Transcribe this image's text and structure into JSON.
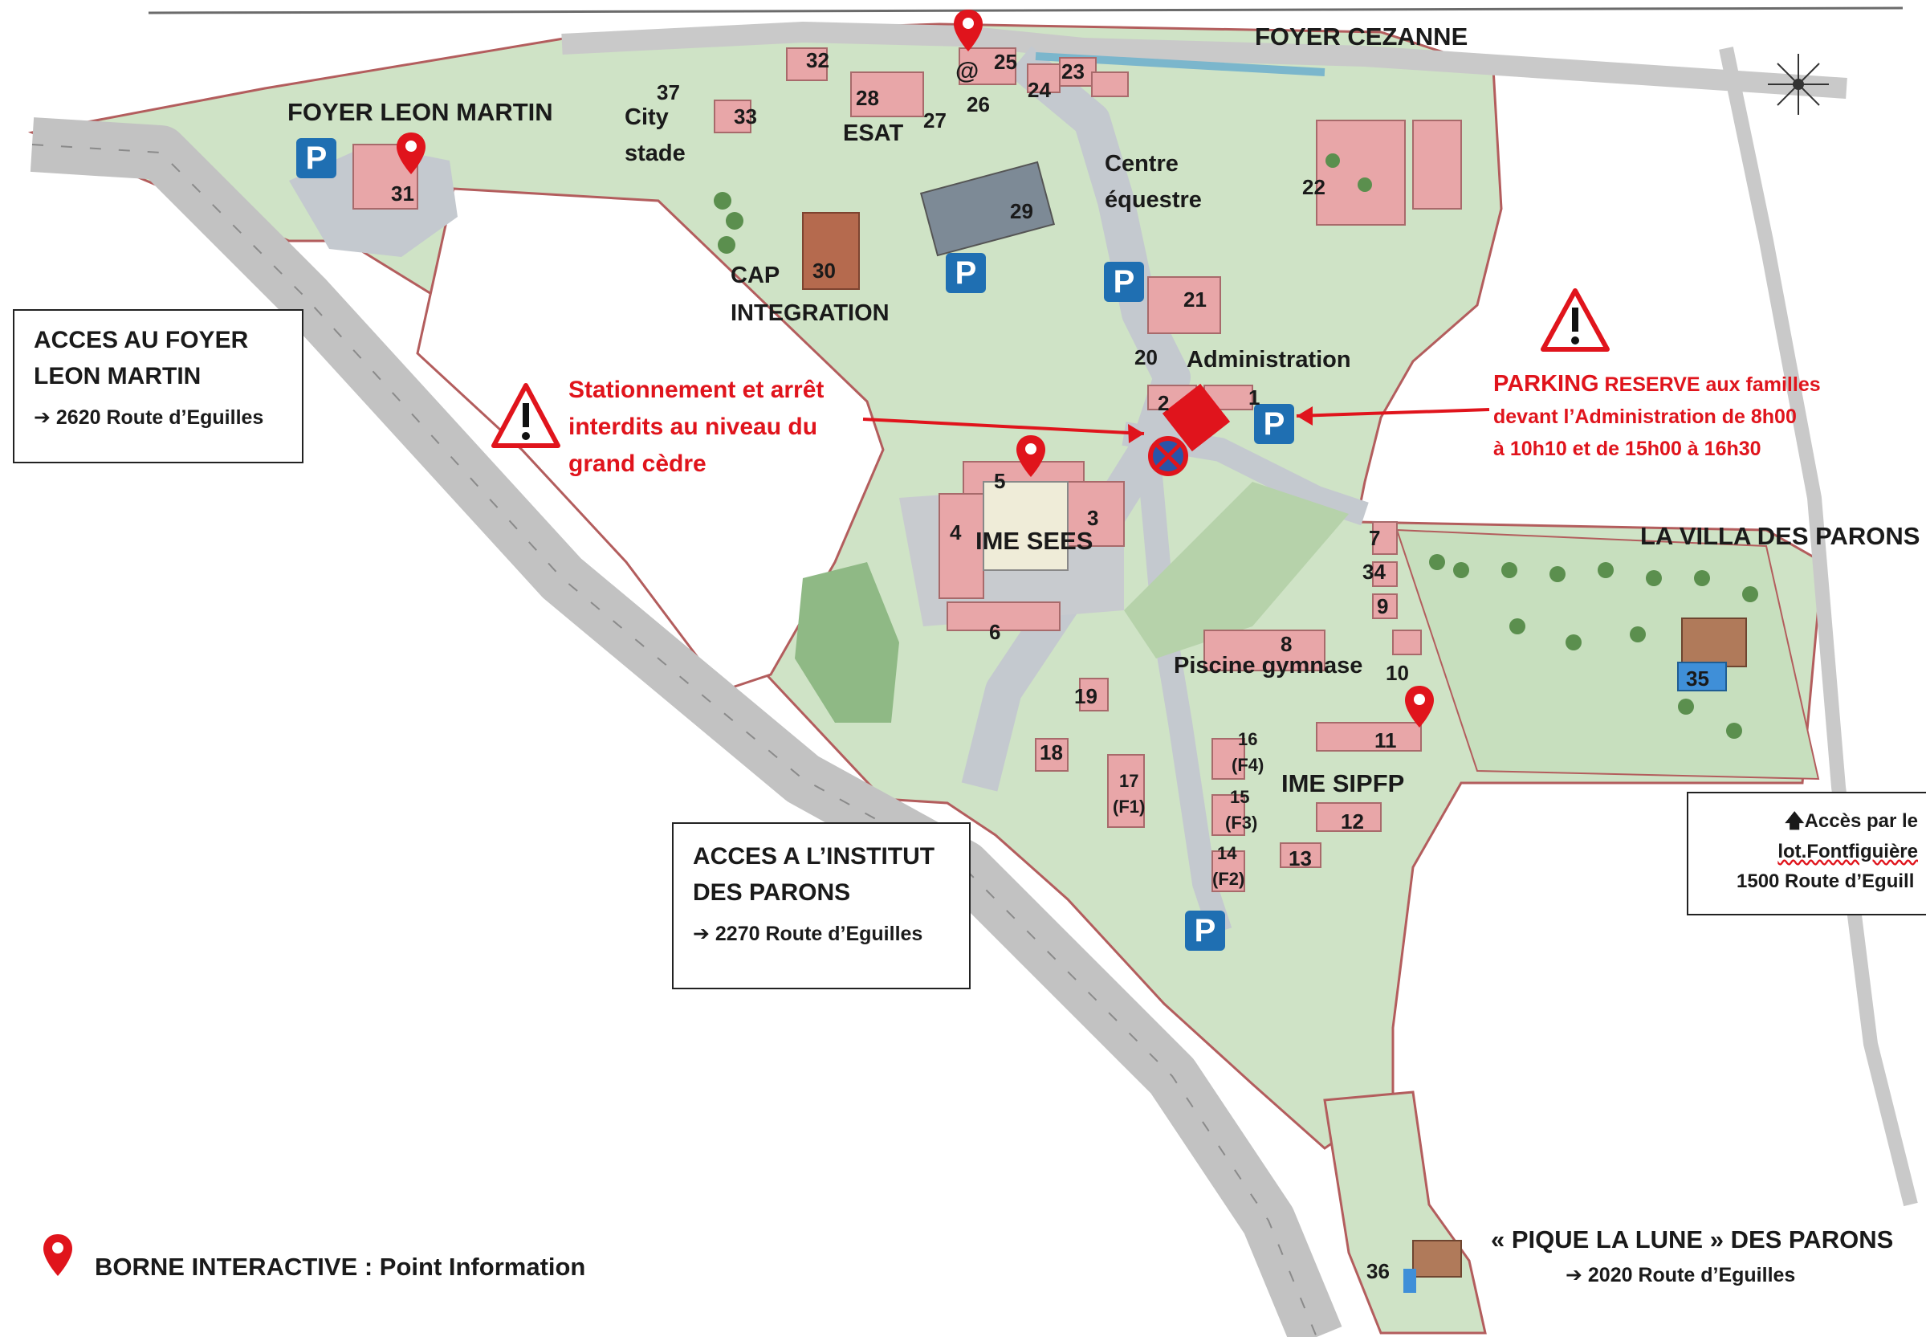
{
  "areas": {
    "foyer_cezanne": "FOYER CEZANNE",
    "foyer_leon_martin": "FOYER LEON MARTIN",
    "esat": "ESAT",
    "city_stade": [
      "City",
      "stade"
    ],
    "centre_equestre": [
      "Centre",
      "équestre"
    ],
    "cap_integration": [
      "CAP",
      "INTEGRATION"
    ],
    "administration": "Administration",
    "ime_sees": "IME SEES",
    "piscine_gymnase": "Piscine gymnase",
    "ime_sipfp": "IME SIPFP",
    "villa_des_parons": "LA VILLA DES PARONS",
    "pique_la_lune": "« PIQUE LA LUNE » DES PARONS",
    "pique_la_lune_address": "2020 Route d’Eguilles",
    "at_sign": "@"
  },
  "building_numbers": {
    "b1": "1",
    "b2": "2",
    "b3": "3",
    "b4": "4",
    "b5": "5",
    "b6": "6",
    "b7": "7",
    "b8": "8",
    "b9": "9",
    "b10": "10",
    "b11": "11",
    "b12": "12",
    "b13": "13",
    "b14": "14",
    "b14f": "(F2)",
    "b15": "15",
    "b15f": "(F3)",
    "b16": "16",
    "b16f": "(F4)",
    "b17": "17",
    "b17f": "(F1)",
    "b18": "18",
    "b19": "19",
    "b20": "20",
    "b21": "21",
    "b22": "22",
    "b23": "23",
    "b24": "24",
    "b25": "25",
    "b26": "26",
    "b27": "27",
    "b28": "28",
    "b29": "29",
    "b30": "30",
    "b31": "31",
    "b32": "32",
    "b33": "33",
    "b34": "34",
    "b35": "35",
    "b36": "36",
    "b37": "37"
  },
  "access_boxes": {
    "foyer_leon_martin": {
      "title_line1": "ACCES AU FOYER",
      "title_line2": "LEON MARTIN",
      "address": "2620 Route d’Eguilles"
    },
    "institut": {
      "title_line1": "ACCES A L’INSTITUT",
      "title_line2": "DES PARONS",
      "address": "2270 Route d’Eguilles"
    },
    "fontfiguiere": {
      "line1": "Accès par le",
      "line2": "lot.Fontfiguière",
      "line3": "1500 Route d’Eguill"
    }
  },
  "warnings": {
    "cedre": [
      "Stationnement et arrêt",
      "interdits au niveau du",
      "grand cèdre"
    ],
    "parking": {
      "word": "PARKING",
      "line1_rest": " RESERVE aux familles",
      "line2": "devant l’Administration de 8h00",
      "line3": "à 10h10 et de 15h00 à 16h30"
    }
  },
  "legend": {
    "pin_text": "BORNE INTERACTIVE : Point Information"
  },
  "symbols": {
    "parking_letter": "P",
    "arrow": "➔",
    "up_arrow": "🡅"
  },
  "colors": {
    "terrain": "#cfe3c6",
    "building": "#e8a6a8",
    "road": "#c4c9cf",
    "parking_blue": "#1f6fb2",
    "alert_red": "#e0141c"
  }
}
